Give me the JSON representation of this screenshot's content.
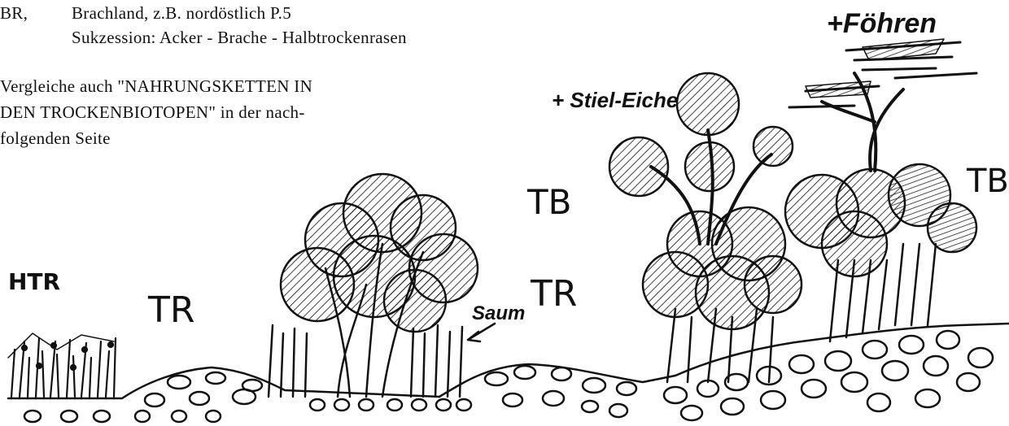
{
  "header": {
    "code": "BR,",
    "line1": "Brachland, z.B. nordöstlich P.5",
    "line2": "Sukzession: Acker - Brache - Halbtrockenrasen"
  },
  "note": {
    "line1": "Vergleiche auch \"NAHRUNGSKETTEN IN",
    "line2": "DEN TROCKENBIOTOPEN\" in der nach-",
    "line3": "folgenden Seite"
  },
  "labels": {
    "foehren": "+Föhren",
    "stiel_eiche": "+ Stiel-Eiche",
    "tb_center": "TB",
    "tb_right": "TB",
    "htr": "HTR",
    "tr_left": "TR",
    "tr_right": "TR",
    "saum": "Saum"
  }
}
